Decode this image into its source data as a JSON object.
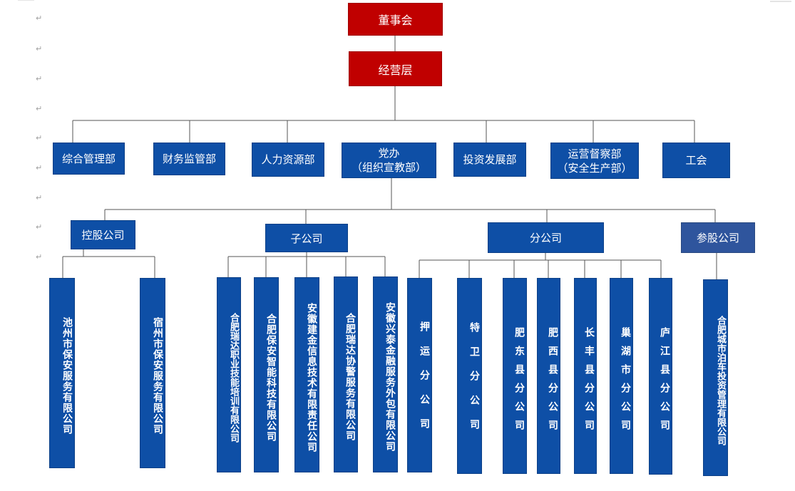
{
  "para_mark": "↵",
  "top": [
    {
      "id": "board",
      "label": "董事会"
    },
    {
      "id": "mgmt",
      "label": "经营层"
    }
  ],
  "departments": [
    {
      "id": "d1",
      "lines": [
        "综合管理部"
      ]
    },
    {
      "id": "d2",
      "lines": [
        "财务监管部"
      ]
    },
    {
      "id": "d3",
      "lines": [
        "人力资源部"
      ]
    },
    {
      "id": "d4",
      "lines": [
        "党办",
        "（组织宣教部）"
      ]
    },
    {
      "id": "d5",
      "lines": [
        "投资发展部"
      ]
    },
    {
      "id": "d6",
      "lines": [
        "运营督察部",
        "（安全生产部）"
      ]
    },
    {
      "id": "d7",
      "lines": [
        "工会"
      ]
    }
  ],
  "groups": [
    {
      "id": "g1",
      "label": "控股公司"
    },
    {
      "id": "g2",
      "label": "子公司"
    },
    {
      "id": "g3",
      "label": "分公司"
    },
    {
      "id": "g4",
      "label": "参股公司"
    }
  ],
  "companies": [
    {
      "id": "c1",
      "label": "池州市保安服务有限公司"
    },
    {
      "id": "c2",
      "label": "宿州市保安服务有限公司"
    },
    {
      "id": "c3",
      "label": "合肥瑞达职业技能培训有限公司"
    },
    {
      "id": "c4",
      "label": "合肥保安智能科技有限公司"
    },
    {
      "id": "c5",
      "label": "安徽建金信息技术有限责任公司"
    },
    {
      "id": "c6",
      "label": "合肥瑞达协警服务有限公司"
    },
    {
      "id": "c7",
      "label": "安徽兴泰金融服务外包有限公司"
    },
    {
      "id": "c8",
      "label": "押运分公司"
    },
    {
      "id": "c9",
      "label": "特卫分公司"
    },
    {
      "id": "c10",
      "label": "肥东县分公司"
    },
    {
      "id": "c11",
      "label": "肥西县分公司"
    },
    {
      "id": "c12",
      "label": "长丰县分公司"
    },
    {
      "id": "c13",
      "label": "巢湖市分公司"
    },
    {
      "id": "c14",
      "label": "庐江县分公司"
    },
    {
      "id": "c15",
      "label": "合肥城市泊车投资管理有限公司"
    }
  ]
}
